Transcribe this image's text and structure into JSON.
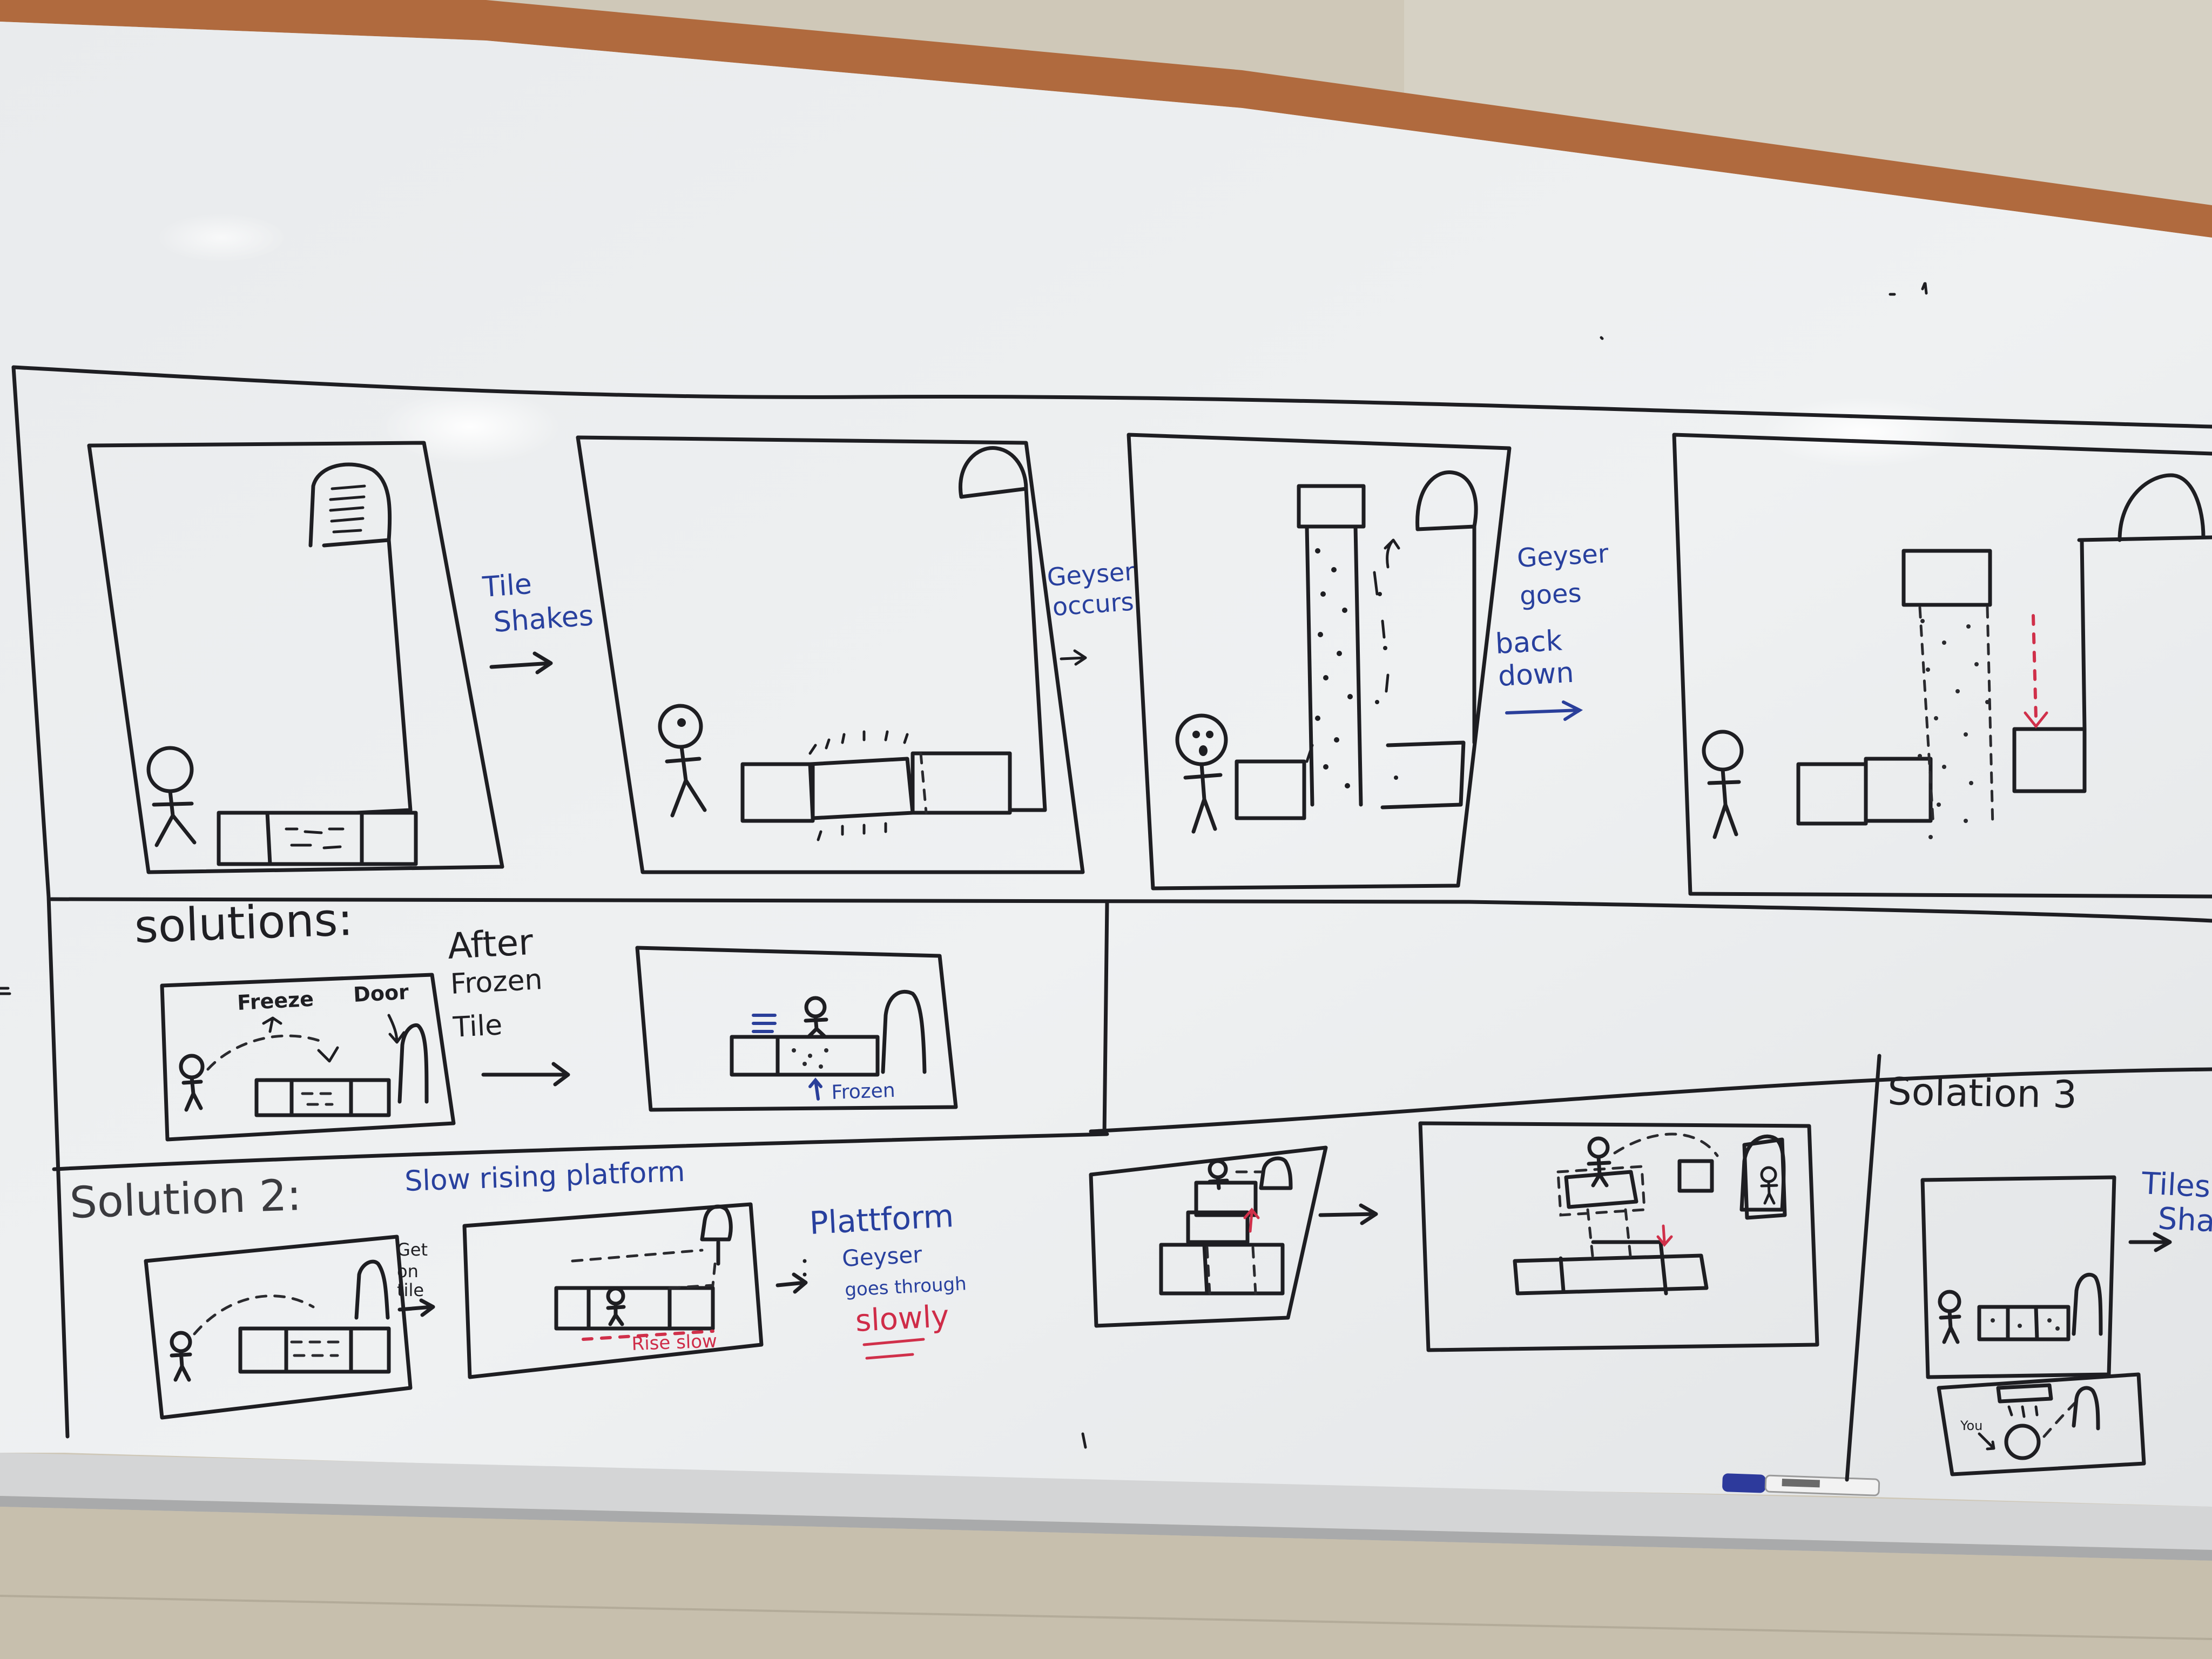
{
  "board": {
    "colors": {
      "wall": "#c8c2b3",
      "board": "#eceef0",
      "frame_wood": "#b5653a",
      "tray": "#d9dadb"
    }
  },
  "storyboard": {
    "arrow_labels": [
      {
        "lines": [
          "Tile",
          "Shakes"
        ],
        "color": "#2a3f9a"
      },
      {
        "lines": [
          "Geyser",
          "occurs"
        ],
        "color": "#2a3f9a"
      },
      {
        "lines": [
          "Geyser",
          "goes",
          "back",
          "down"
        ],
        "color": "#2a3f9a"
      }
    ]
  },
  "solution1": {
    "heading": "solutions:",
    "labels": {
      "freeze": "Freeze",
      "door": "Door",
      "frozen": "Frozen"
    },
    "after": [
      "After",
      "Frozen",
      "Tile"
    ]
  },
  "solution2": {
    "heading": "Solution 2:",
    "subtitle": "Slow rising platform",
    "get_on_tile": [
      "Get",
      "on",
      "tile"
    ],
    "rise_slow": "Rise slow",
    "note": [
      "Plattform",
      "Geyser",
      "goes through"
    ],
    "slowly": "slowly"
  },
  "solution3": {
    "heading": "Solation 3",
    "tiles_label": [
      "Tiles",
      "Sha"
    ],
    "you_label": "You"
  },
  "marker": {
    "color": "#2d3a9c"
  }
}
